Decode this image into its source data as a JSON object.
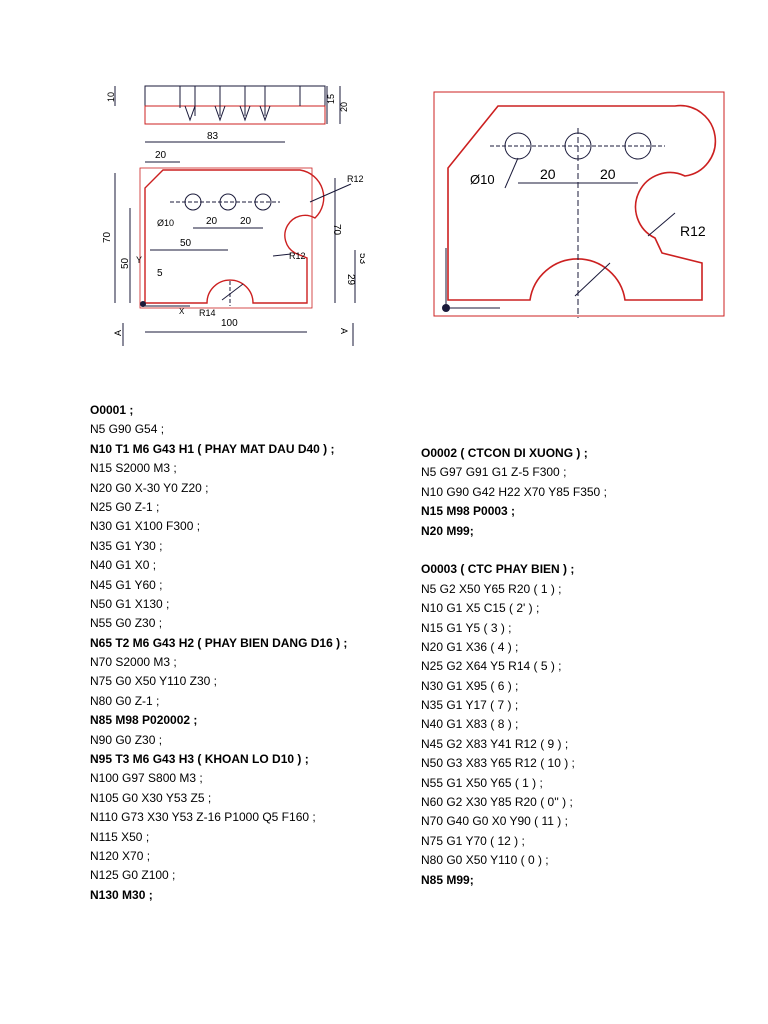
{
  "drawing_left": {
    "dims": {
      "top_height": "10",
      "top_right_1": "15",
      "top_right_2": "20",
      "width_83": "83",
      "offset_20": "20",
      "hole_dia": "Ø10",
      "pitch_a": "20",
      "pitch_b": "20",
      "dist_50": "50",
      "height_70": "70",
      "height_50": "50",
      "y_5": "5",
      "r_notch": "R12",
      "r_corner": "R12",
      "r_bottom": "R14",
      "width_100": "100",
      "right_70": "70",
      "right_29": "29",
      "right_53": "53",
      "axis_y": "Y",
      "axis_x": "X",
      "section_a1": "A",
      "section_a2": "A"
    }
  },
  "drawing_right": {
    "dims": {
      "hole_dia": "Ø10",
      "pitch_a": "20",
      "pitch_b": "20",
      "r_notch": "R12"
    }
  },
  "program_left": [
    {
      "text": "O0001 ;",
      "bold": true
    },
    {
      "text": "N5 G90 G54 ;",
      "bold": false
    },
    {
      "text": "N10 T1 M6 G43 H1 ( PHAY MAT DAU D40 ) ;",
      "bold": true
    },
    {
      "text": "N15 S2000 M3 ;",
      "bold": false
    },
    {
      "text": "N20 G0 X-30 Y0 Z20 ;",
      "bold": false
    },
    {
      "text": "N25 G0 Z-1 ;",
      "bold": false
    },
    {
      "text": "N30 G1 X100 F300 ;",
      "bold": false
    },
    {
      "text": "N35 G1 Y30 ;",
      "bold": false
    },
    {
      "text": "N40 G1 X0 ;",
      "bold": false
    },
    {
      "text": "N45 G1 Y60 ;",
      "bold": false
    },
    {
      "text": "N50 G1 X130 ;",
      "bold": false
    },
    {
      "text": "N55 G0 Z30 ;",
      "bold": false
    },
    {
      "text": "N65 T2 M6 G43 H2 ( PHAY BIEN DANG D16 ) ;",
      "bold": true
    },
    {
      "text": "N70 S2000 M3 ;",
      "bold": false
    },
    {
      "text": "N75 G0 X50 Y110 Z30 ;",
      "bold": false
    },
    {
      "text": "N80 G0 Z-1 ;",
      "bold": false
    },
    {
      "text": "N85 M98 P020002 ;",
      "bold": true
    },
    {
      "text": "N90 G0 Z30 ;",
      "bold": false
    },
    {
      "text": "N95 T3 M6 G43 H3 ( KHOAN LO D10 ) ;",
      "bold": true
    },
    {
      "text": "N100 G97 S800 M3 ;",
      "bold": false
    },
    {
      "text": "N105 G0 X30 Y53 Z5 ;",
      "bold": false
    },
    {
      "text": "N110 G73 X30 Y53 Z-16 P1000 Q5 F160 ;",
      "bold": false
    },
    {
      "text": "N115 X50 ;",
      "bold": false
    },
    {
      "text": "N120 X70 ;",
      "bold": false
    },
    {
      "text": "N125 G0 Z100 ;",
      "bold": false
    },
    {
      "text": "N130 M30 ;",
      "bold": true
    }
  ],
  "program_right_a": [
    {
      "text": "O0002 ( CTCON DI XUONG ) ;",
      "bold": true
    },
    {
      "text": "N5 G97 G91 G1 Z-5 F300 ;",
      "bold": false
    },
    {
      "text": "N10 G90 G42 H22 X70 Y85 F350 ;",
      "bold": false
    },
    {
      "text": "N15 M98 P0003 ;",
      "bold": true
    },
    {
      "text": "N20 M99;",
      "bold": true
    }
  ],
  "program_right_b": [
    {
      "text": "O0003 ( CTC PHAY BIEN ) ;",
      "bold": true
    },
    {
      "text": "N5 G2 X50 Y65 R20 ( 1 ) ;",
      "bold": false
    },
    {
      "text": "N10 G1 X5 C15 ( 2' ) ;",
      "bold": false
    },
    {
      "text": "N15 G1 Y5 ( 3 ) ;",
      "bold": false
    },
    {
      "text": "N20 G1 X36 ( 4 ) ;",
      "bold": false
    },
    {
      "text": "N25 G2 X64 Y5 R14 ( 5 ) ;",
      "bold": false
    },
    {
      "text": "N30 G1 X95 ( 6 ) ;",
      "bold": false
    },
    {
      "text": "N35 G1 Y17 ( 7 ) ;",
      "bold": false
    },
    {
      "text": "N40 G1 X83 ( 8 ) ;",
      "bold": false
    },
    {
      "text": "N45 G2 X83 Y41 R12 ( 9 ) ;",
      "bold": false
    },
    {
      "text": "N50 G3 X83 Y65 R12 ( 10 ) ;",
      "bold": false
    },
    {
      "text": "N55 G1 X50 Y65 ( 1 ) ;",
      "bold": false
    },
    {
      "text": "N60 G2 X30 Y85 R20 ( 0'' ) ;",
      "bold": false
    },
    {
      "text": "N70 G40 G0 X0 Y90 ( 11 ) ;",
      "bold": false
    },
    {
      "text": "N75 G1 Y70 ( 12 ) ;",
      "bold": false
    },
    {
      "text": "N80 G0 X50 Y110 ( 0 ) ;",
      "bold": false
    },
    {
      "text": "N85 M99;",
      "bold": true
    }
  ],
  "colors": {
    "part_outline": "#cc2020",
    "dimension": "#1a1a3a",
    "text": "#000000"
  }
}
